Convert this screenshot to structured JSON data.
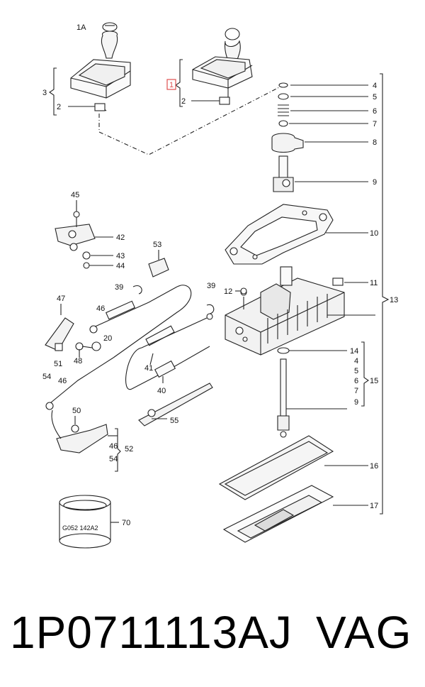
{
  "callouts": {
    "c1A": "1A",
    "c1": "1",
    "c2a": "2",
    "c2b": "2",
    "c3": "3",
    "c4a": "4",
    "c5a": "5",
    "c6a": "6",
    "c7a": "7",
    "c8": "8",
    "c9a": "9",
    "c10": "10",
    "c11": "11",
    "c12": "12",
    "c13": "13",
    "c14": "14",
    "c4b": "4",
    "c5b": "5",
    "c6b": "6",
    "c7b": "7",
    "c9b": "9",
    "c15": "15",
    "c16": "16",
    "c17": "17",
    "c45": "45",
    "c42": "42",
    "c43": "43",
    "c44": "44",
    "c53": "53",
    "c47": "47",
    "c39a": "39",
    "c39b": "39",
    "c46a": "46",
    "c20": "20",
    "c51": "51",
    "c48": "48",
    "c41": "41",
    "c54a": "54",
    "c46b": "46",
    "c40": "40",
    "c50": "50",
    "c55": "55",
    "c46c": "46",
    "c52": "52",
    "c54b": "54",
    "c70": "70"
  },
  "ring_marking": "G052 142A2",
  "footer": {
    "part_number": "1P0711113AJ",
    "brand": "VAG"
  },
  "colors": {
    "highlight": "#e05050",
    "ink": "#222222"
  }
}
